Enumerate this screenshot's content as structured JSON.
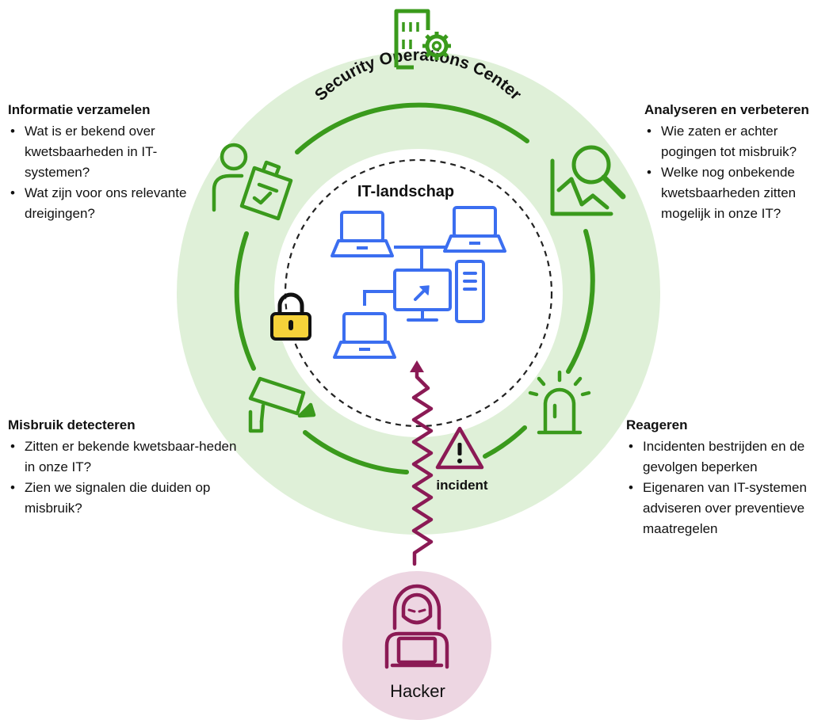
{
  "diagram": {
    "ring_title": "Security Operations Center",
    "center_title": "IT-landschap",
    "incident_label": "incident",
    "hacker_label": "Hacker",
    "colors": {
      "soc_green": "#3a9a1c",
      "ring_fill": "#dff0d8",
      "it_blue": "#3b6ef0",
      "hacker_maroon": "#8b1a55",
      "hacker_circle": "#edd6e2",
      "lock_yellow": "#f6d23a"
    }
  },
  "panels": {
    "informatie": {
      "title": "Informatie verzamelen",
      "items": [
        "Wat is er bekend over kwetsbaarheden in IT-systemen?",
        "Wat zijn voor ons relevante dreigingen?"
      ]
    },
    "analyseren": {
      "title": "Analyseren en verbeteren",
      "items": [
        "Wie zaten er achter pogingen tot misbruik?",
        "Welke nog onbekende kwetsbaarheden zitten mogelijk in onze IT?"
      ]
    },
    "detecteren": {
      "title": "Misbruik detecteren",
      "items": [
        "Zitten er bekende kwetsbaar-heden in onze IT?",
        "Zien we signalen die duiden op misbruik?"
      ]
    },
    "reageren": {
      "title": "Reageren",
      "items": [
        "Incidenten bestrijden en de gevolgen beperken",
        "Eigenaren van IT-systemen adviseren over preventieve maatregelen"
      ]
    }
  },
  "icons": {
    "soc": "building-gear-icon",
    "informatie": "person-clipboard-icon",
    "analyseren": "magnifier-chart-icon",
    "detecteren": "security-camera-icon",
    "reageren": "siren-icon",
    "lock": "padlock-icon",
    "incident": "warning-triangle-icon",
    "hacker": "hooded-hacker-icon",
    "devices": [
      "laptop-icon",
      "laptop-icon",
      "laptop-icon",
      "desktop-computer-icon"
    ]
  }
}
